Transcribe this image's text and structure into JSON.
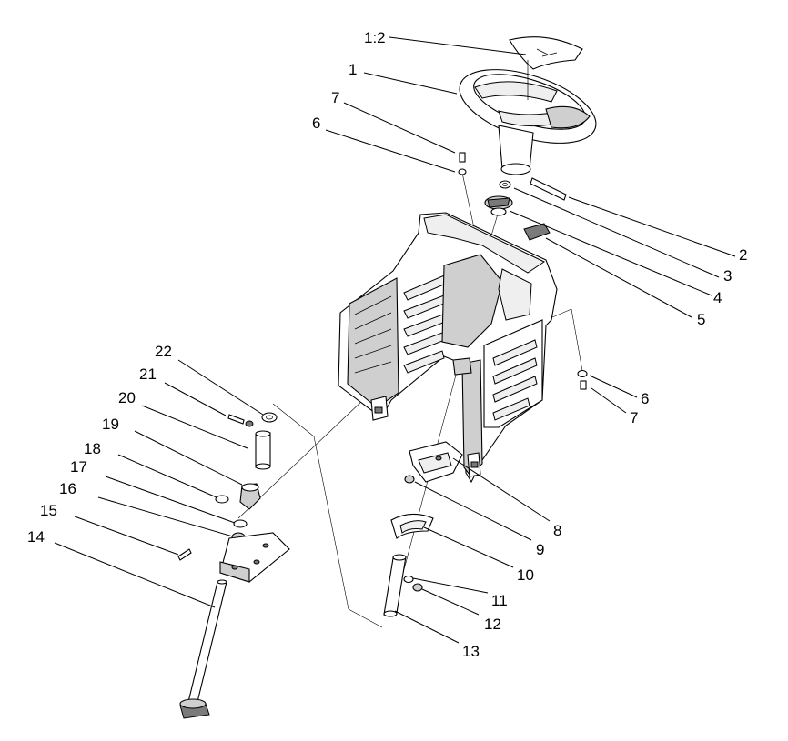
{
  "diagram": {
    "callouts": [
      {
        "id": "1:2",
        "text": "1:2"
      },
      {
        "id": "1",
        "text": "1"
      },
      {
        "id": "7a",
        "text": "7"
      },
      {
        "id": "6a",
        "text": "6"
      },
      {
        "id": "2",
        "text": "2"
      },
      {
        "id": "3",
        "text": "3"
      },
      {
        "id": "4",
        "text": "4"
      },
      {
        "id": "5",
        "text": "5"
      },
      {
        "id": "6b",
        "text": "6"
      },
      {
        "id": "7b",
        "text": "7"
      },
      {
        "id": "22",
        "text": "22"
      },
      {
        "id": "21",
        "text": "21"
      },
      {
        "id": "20",
        "text": "20"
      },
      {
        "id": "19",
        "text": "19"
      },
      {
        "id": "18",
        "text": "18"
      },
      {
        "id": "17",
        "text": "17"
      },
      {
        "id": "16",
        "text": "16"
      },
      {
        "id": "15",
        "text": "15"
      },
      {
        "id": "14",
        "text": "14"
      },
      {
        "id": "8",
        "text": "8"
      },
      {
        "id": "9",
        "text": "9"
      },
      {
        "id": "10",
        "text": "10"
      },
      {
        "id": "11",
        "text": "11"
      },
      {
        "id": "12",
        "text": "12"
      },
      {
        "id": "13",
        "text": "13"
      }
    ]
  }
}
